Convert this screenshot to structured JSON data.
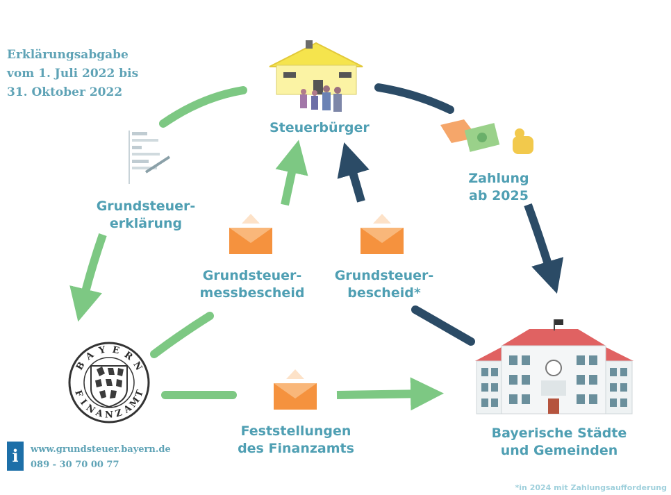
{
  "deadline_note": {
    "line1": "Erklärungsabgabe",
    "line2": "vom 1. Juli 2022 bis",
    "line3": "31. Oktober 2022"
  },
  "nodes": {
    "citizen": "Steuerbürger",
    "tax_office_seal": {
      "top": "BAYERN",
      "bottom": "FINANZAMT"
    },
    "municipalities": {
      "line1": "Bayerische Städte",
      "line2": "und Gemeinden"
    }
  },
  "flows": {
    "declaration": {
      "line1": "Grundsteuer-",
      "line2": "erklärung"
    },
    "assessment_notice": {
      "line1": "Grundsteuer-",
      "line2": "messbescheid"
    },
    "tax_notice": {
      "line1": "Grundsteuer-",
      "line2": "bescheid*"
    },
    "payment": {
      "line1": "Zahlung",
      "line2": "ab 2025"
    },
    "findings": {
      "line1": "Feststellungen",
      "line2": "des Finanzamts"
    }
  },
  "contact": {
    "website": "www.grundsteuer.bayern.de",
    "phone": "089 - 30 70 00 77",
    "info_icon_char": "i"
  },
  "footnote": "*in 2024 mit Zahlungsaufforderung",
  "colors": {
    "green_arrow": "#7dc883",
    "navy_arrow": "#2b4b66",
    "teal_text": "#4f9fb3",
    "envelope_orange": "#f5923e",
    "roof_red": "#e06262",
    "house_yellow": "#f5e44d"
  }
}
